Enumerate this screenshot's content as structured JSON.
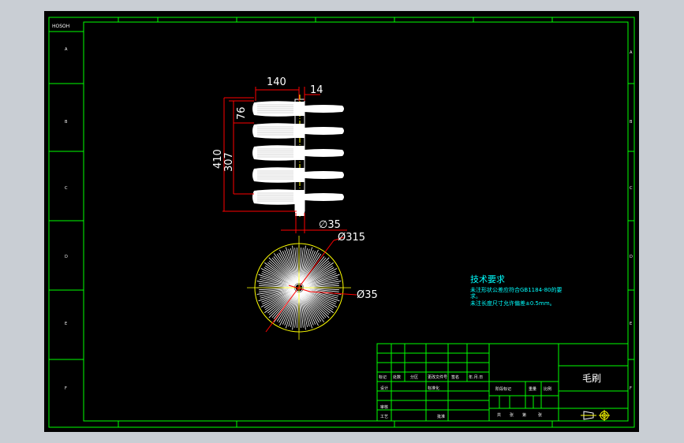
{
  "colors": {
    "background": "#000000",
    "frame": "#00ff00",
    "dimension": "#ff0000",
    "part": "#ffffff",
    "centerline": "#ffff00",
    "notes": "#00ffff",
    "outer_ui": "#c9ced4"
  },
  "frame": {
    "corner_label": "HOSOH",
    "row_labels": [
      "A",
      "B",
      "C",
      "D",
      "E",
      "F"
    ]
  },
  "dimensions": {
    "width_140": "140",
    "width_14": "14",
    "height_76": "76",
    "height_307": "307",
    "height_410": "410",
    "shaft_dia": "∅35",
    "outer_dia": "Ø315",
    "hub_dia": "Ø35"
  },
  "notes": {
    "title": "技术要求",
    "line1": "未注形状公差应符合GB1184-80的要",
    "line2": "求。",
    "line3": "未注长度尺寸允许偏差±0.5mm。"
  },
  "title_block": {
    "part_name": "毛刷",
    "row_labels": [
      "标记",
      "处数",
      "分区",
      "更改文件号",
      "签名",
      "年.月.日"
    ],
    "design": "设计",
    "standard": "标准化",
    "review": "审核",
    "process": "工艺",
    "approve": "批准",
    "stage_mark": "阶段标记",
    "weight": "重量",
    "scale": "比例",
    "sheet_info": [
      "共",
      "张",
      "第",
      "张"
    ]
  }
}
